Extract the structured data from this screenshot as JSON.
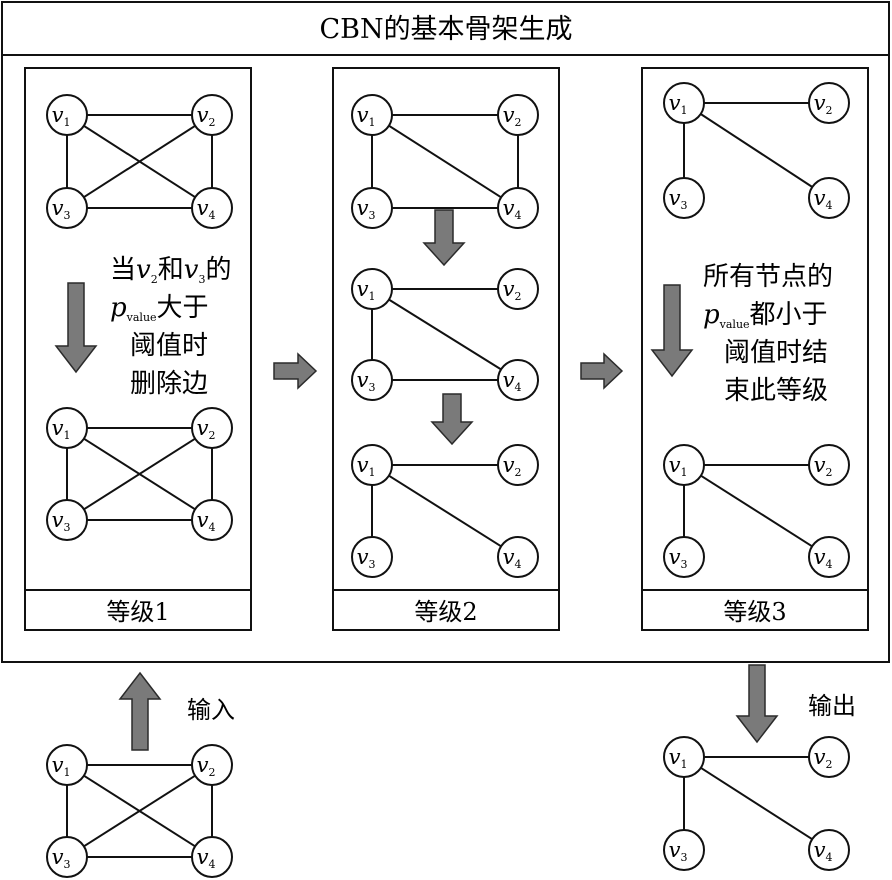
{
  "title": "CBN的基本骨架生成",
  "stages": [
    {
      "label": "等级1"
    },
    {
      "label": "等级2"
    },
    {
      "label": "等级3"
    }
  ],
  "node_letter": "v",
  "node_indices": [
    "1",
    "2",
    "3",
    "4"
  ],
  "note_stage1": {
    "line1_pre": "当",
    "line1_mid": "和",
    "line1_post": "的",
    "pvalue_symbol": "p",
    "pvalue_sub": "value",
    "line2_post": "大于",
    "line3": "阈值时",
    "line4": "删除边"
  },
  "note_stage3": {
    "line1": "所有节点的",
    "pvalue_symbol": "p",
    "pvalue_sub": "value",
    "line2_post": "都小于",
    "line3": "阈值时结",
    "line4": "束此等级"
  },
  "input_label": "输入",
  "output_label": "输出",
  "colors": {
    "arrow_fill": "#7a7a7a",
    "arrow_stroke": "#2b2b2b",
    "line": "#111111"
  }
}
